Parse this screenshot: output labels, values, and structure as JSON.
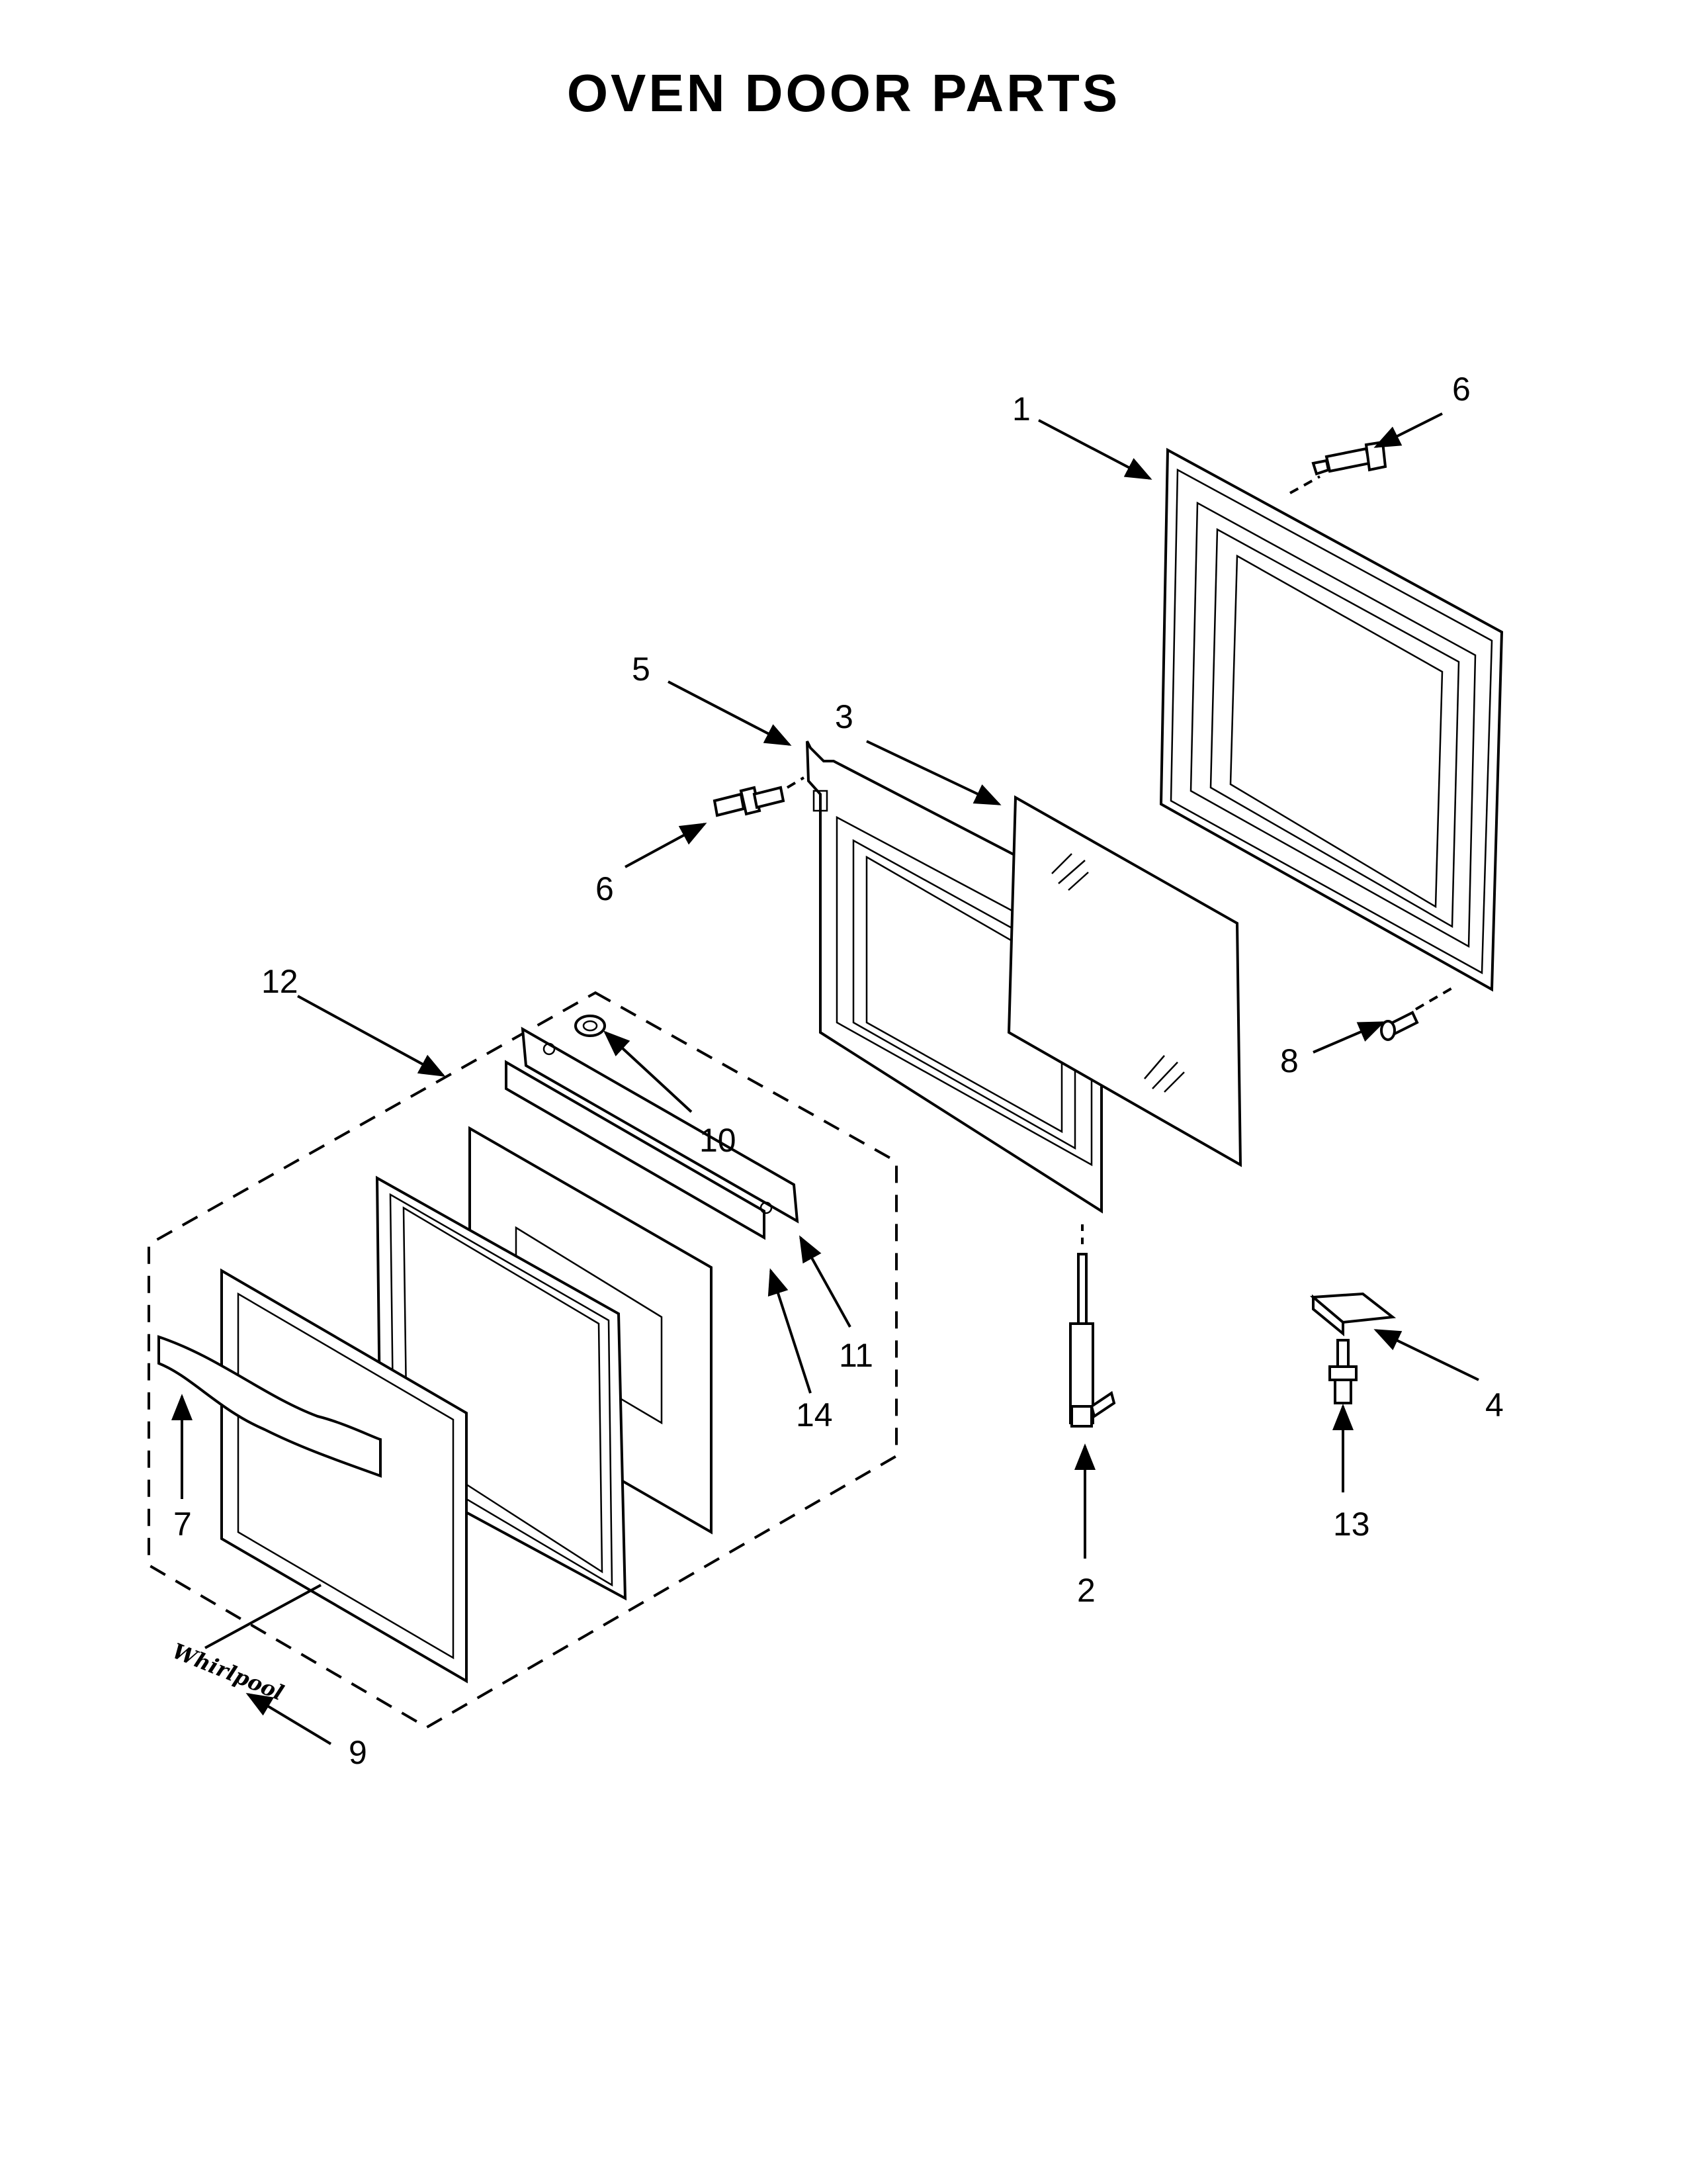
{
  "title": "OVEN DOOR PARTS",
  "callouts": [
    "1",
    "2",
    "3",
    "4",
    "5",
    "6",
    "6",
    "7",
    "8",
    "9",
    "10",
    "11",
    "12",
    "13",
    "14"
  ],
  "logo_text": "Whirlpool"
}
